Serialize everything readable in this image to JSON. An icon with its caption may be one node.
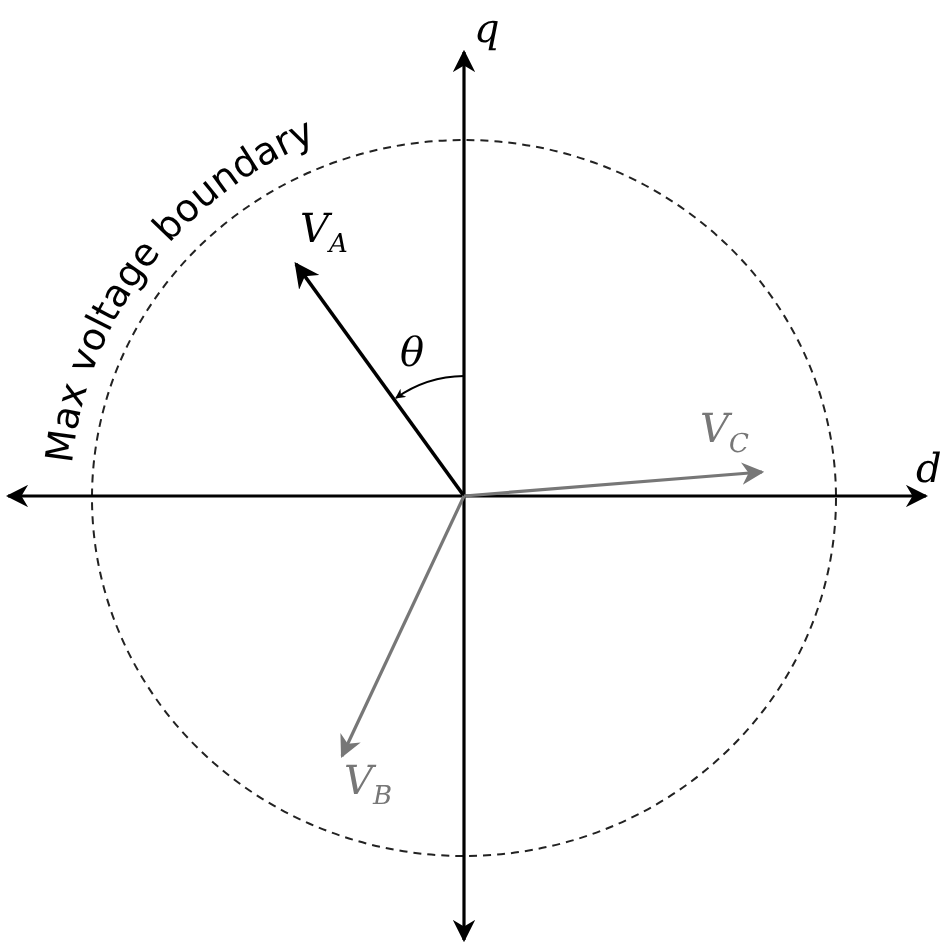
{
  "diagram": {
    "labels": [
      "q",
      "Max voltage boundary",
      "V$_{A}$",
      "θ",
      "V$_{C}$",
      "d",
      "V$_{B}$"
    ]
  }
}
